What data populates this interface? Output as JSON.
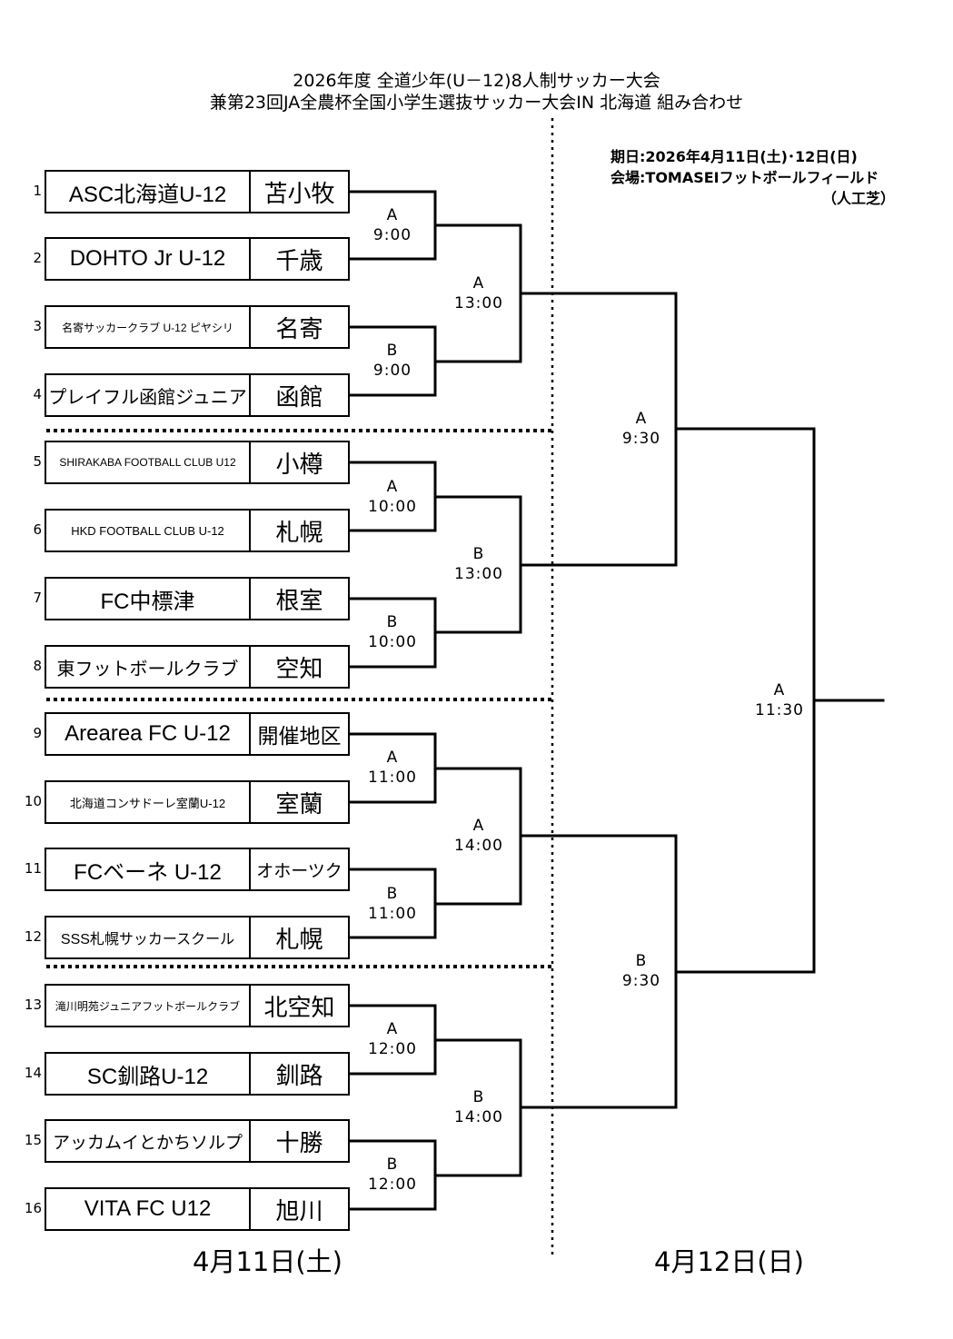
{
  "header": {
    "title_line1": "2026年度 全道少年(U－12)8人制サッカー大会",
    "title_line2": "兼第23回JA全農杯全国小学生選抜サッカー大会IN 北海道 組み合わせ"
  },
  "info": {
    "schedule": "期日:2026年4月11日(土)･12日(日)",
    "venue": "会場:TOMASEIフットボールフィールド",
    "venue_note": "（人工芝）"
  },
  "teams": [
    {
      "seed": "1",
      "name": "ASC北海道U-12",
      "region": "苫小牧"
    },
    {
      "seed": "2",
      "name": "DOHTO Jr U-12",
      "region": "千歳"
    },
    {
      "seed": "3",
      "name": "名寄サッカークラブ U-12 ピヤシリ",
      "region": "名寄"
    },
    {
      "seed": "4",
      "name": "プレイフル函館ジュニア",
      "region": "函館"
    },
    {
      "seed": "5",
      "name": "SHIRAKABA FOOTBALL CLUB U12",
      "region": "小樽"
    },
    {
      "seed": "6",
      "name": "HKD FOOTBALL CLUB U-12",
      "region": "札幌"
    },
    {
      "seed": "7",
      "name": "FC中標津",
      "region": "根室"
    },
    {
      "seed": "8",
      "name": "東フットボールクラブ",
      "region": "空知"
    },
    {
      "seed": "9",
      "name": "Arearea FC U-12",
      "region": "開催地区"
    },
    {
      "seed": "10",
      "name": "北海道コンサドーレ室蘭U-12",
      "region": "室蘭"
    },
    {
      "seed": "11",
      "name": "FCベーネ U-12",
      "region": "オホーツク"
    },
    {
      "seed": "12",
      "name": "SSS札幌サッカースクール",
      "region": "札幌"
    },
    {
      "seed": "13",
      "name": "滝川明苑ジュニアフットボールクラブ",
      "region": "北空知"
    },
    {
      "seed": "14",
      "name": "SC釧路U-12",
      "region": "釧路"
    },
    {
      "seed": "15",
      "name": "アッカムイとかちソルプ",
      "region": "十勝"
    },
    {
      "seed": "16",
      "name": "VITA FC U12",
      "region": "旭川"
    }
  ],
  "round1": [
    {
      "court": "A",
      "time": "9:00"
    },
    {
      "court": "B",
      "time": "9:00"
    },
    {
      "court": "A",
      "time": "10:00"
    },
    {
      "court": "B",
      "time": "10:00"
    },
    {
      "court": "A",
      "time": "11:00"
    },
    {
      "court": "B",
      "time": "11:00"
    },
    {
      "court": "A",
      "time": "12:00"
    },
    {
      "court": "B",
      "time": "12:00"
    }
  ],
  "round2": [
    {
      "court": "A",
      "time": "13:00"
    },
    {
      "court": "B",
      "time": "13:00"
    },
    {
      "court": "A",
      "time": "14:00"
    },
    {
      "court": "B",
      "time": "14:00"
    }
  ],
  "semifinals": [
    {
      "court": "A",
      "time": "9:30"
    },
    {
      "court": "B",
      "time": "9:30"
    }
  ],
  "final": {
    "court": "A",
    "time": "11:30"
  },
  "footer": {
    "day1": "4月11日(土)",
    "day2": "4月12日(日)"
  }
}
